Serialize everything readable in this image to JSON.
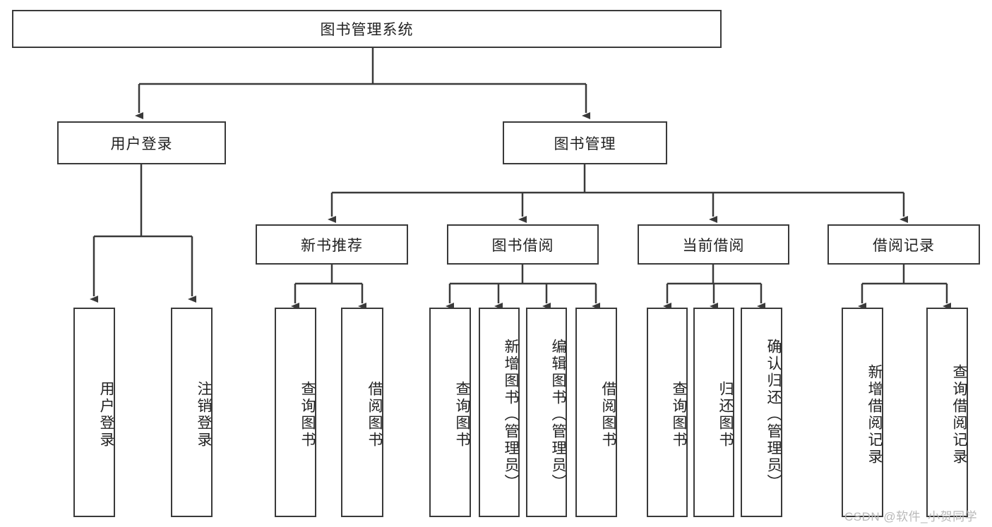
{
  "diagram": {
    "title": "图书管理系统",
    "type": "functional-decomposition-tree",
    "levels": [
      {
        "level": 1,
        "nodes": [
          {
            "id": "root",
            "label": "图书管理系统",
            "orientation": "horizontal"
          }
        ]
      },
      {
        "level": 2,
        "nodes": [
          {
            "id": "user-login",
            "label": "用户登录",
            "orientation": "horizontal",
            "parent": "root"
          },
          {
            "id": "book-manage",
            "label": "图书管理",
            "orientation": "horizontal",
            "parent": "root"
          }
        ]
      },
      {
        "level": 3,
        "nodes": [
          {
            "id": "new-book-rec",
            "label": "新书推荐",
            "orientation": "horizontal",
            "parent": "book-manage"
          },
          {
            "id": "book-borrow",
            "label": "图书借阅",
            "orientation": "horizontal",
            "parent": "book-manage"
          },
          {
            "id": "current-borrow",
            "label": "当前借阅",
            "orientation": "horizontal",
            "parent": "book-manage"
          },
          {
            "id": "borrow-record",
            "label": "借阅记录",
            "orientation": "horizontal",
            "parent": "book-manage"
          }
        ]
      },
      {
        "level": 4,
        "nodes": [
          {
            "id": "leaf-user-login",
            "label": "用户登录",
            "orientation": "vertical",
            "parent": "user-login"
          },
          {
            "id": "leaf-logout",
            "label": "注销登录",
            "orientation": "vertical",
            "parent": "user-login"
          },
          {
            "id": "leaf-query-book-1",
            "label": "查询图书",
            "orientation": "vertical",
            "parent": "new-book-rec"
          },
          {
            "id": "leaf-borrow-book-1",
            "label": "借阅图书",
            "orientation": "vertical",
            "parent": "new-book-rec"
          },
          {
            "id": "leaf-query-book-2",
            "label": "查询图书",
            "orientation": "vertical",
            "parent": "book-borrow"
          },
          {
            "id": "leaf-add-book",
            "label": "新增图书（管理员）",
            "orientation": "vertical",
            "parent": "book-borrow"
          },
          {
            "id": "leaf-edit-book",
            "label": "编辑图书（管理员）",
            "orientation": "vertical",
            "parent": "book-borrow"
          },
          {
            "id": "leaf-borrow-book-2",
            "label": "借阅图书",
            "orientation": "vertical",
            "parent": "book-borrow"
          },
          {
            "id": "leaf-query-book-3",
            "label": "查询图书",
            "orientation": "vertical",
            "parent": "current-borrow"
          },
          {
            "id": "leaf-return-book",
            "label": "归还图书",
            "orientation": "vertical",
            "parent": "current-borrow"
          },
          {
            "id": "leaf-confirm-return",
            "label": "确认归还（管理员）",
            "orientation": "vertical",
            "parent": "current-borrow"
          },
          {
            "id": "leaf-add-record",
            "label": "新增借阅记录",
            "orientation": "vertical",
            "parent": "borrow-record"
          },
          {
            "id": "leaf-query-record",
            "label": "查询借阅记录",
            "orientation": "vertical",
            "parent": "borrow-record"
          }
        ]
      }
    ],
    "watermark": "CSDN @软件_小贺同学",
    "colors": {
      "box_border": "#3a3a3a",
      "box_fill": "#ffffff",
      "edge": "#3a3a3a",
      "text": "#222222",
      "watermark": "#b9b9b9",
      "background": "#ffffff"
    }
  }
}
